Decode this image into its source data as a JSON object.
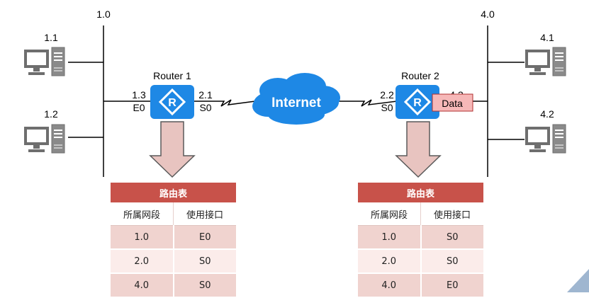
{
  "networks": {
    "left": {
      "label": "1.0",
      "hosts": [
        "1.1",
        "1.2"
      ]
    },
    "right": {
      "label": "4.0",
      "hosts": [
        "4.1",
        "4.2"
      ]
    }
  },
  "routers": [
    {
      "name": "Router 1",
      "lan_ip": "1.3",
      "lan_if": "E0",
      "wan_ip": "2.1",
      "wan_if": "S0"
    },
    {
      "name": "Router 2",
      "lan_ip": "4.3",
      "wan_ip": "2.2",
      "wan_if": "S0"
    }
  ],
  "internet_label": "Internet",
  "data_label": "Data",
  "tables": [
    {
      "title": "路由表",
      "headers": [
        "所属网段",
        "使用接口"
      ],
      "rows": [
        [
          "1.0",
          "E0"
        ],
        [
          "2.0",
          "S0"
        ],
        [
          "4.0",
          "S0"
        ]
      ]
    },
    {
      "title": "路由表",
      "headers": [
        "所属网段",
        "使用接口"
      ],
      "rows": [
        [
          "1.0",
          "S0"
        ],
        [
          "2.0",
          "S0"
        ],
        [
          "4.0",
          "E0"
        ]
      ]
    }
  ],
  "colors": {
    "router": "#1e88e5",
    "internet": "#1e88e5",
    "arrow_fill": "#e8c4c0",
    "table_header": "#c8524a",
    "data_box": "#f6b8b8"
  }
}
